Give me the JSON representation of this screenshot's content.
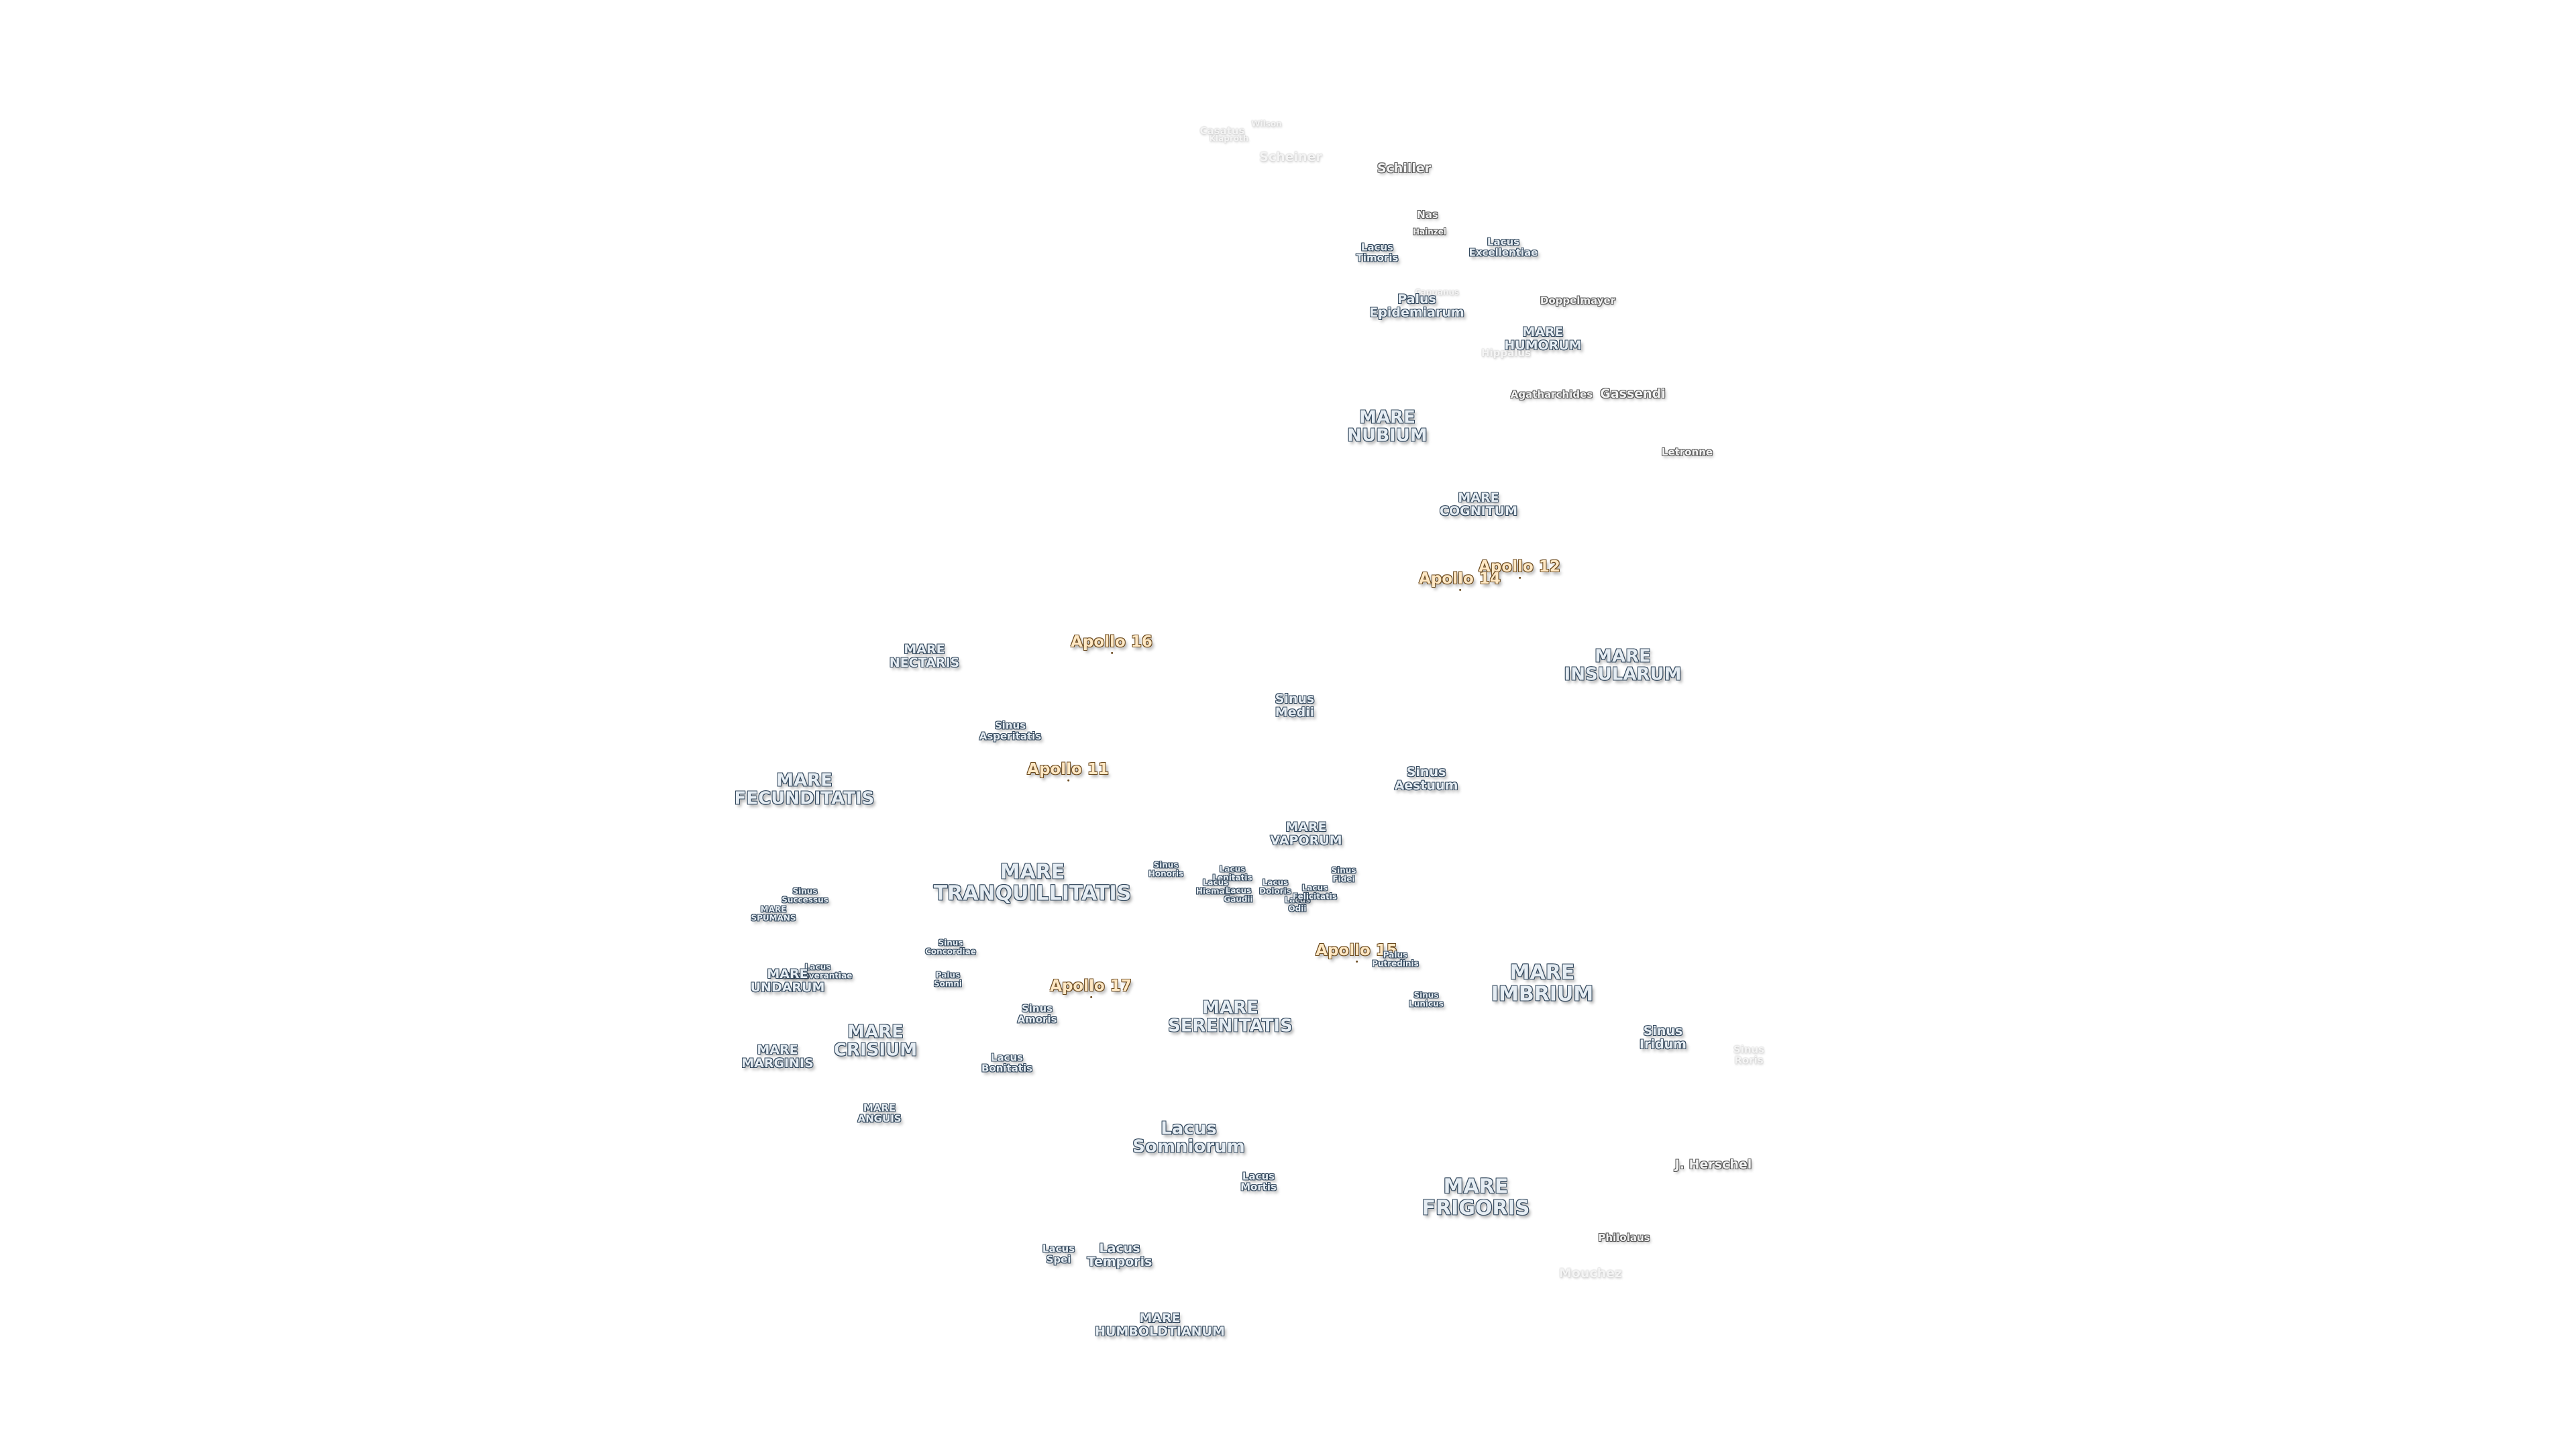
{
  "map": {
    "labels": {
      "willem": "Wilson",
      "casatus": "Casatus",
      "klaproth": "Klaproth",
      "scheiner": "Scheiner",
      "schiller": "Schiller",
      "nasmyth": "Nas",
      "hainzel": "Hainzel",
      "lacus_timoris": "Lacus\nTimoris",
      "lacus_excellentiae": "Lacus\nExcellentiae",
      "capuanus": "Capuanus",
      "palus_epidemiarum": "Palus\nEpidemiarum",
      "doppelmayer": "Doppelmayer",
      "mare_humorum": "MARE\nHUMORUM",
      "hippalus": "Hippalus",
      "agatharchides": "Agatharchides",
      "gassendi": "Gassendi",
      "mare_nubium": "MARE\nNUBIUM",
      "letronne": "Letronne",
      "mare_cognitum": "MARE\nCOGNITUM",
      "apollo_12": "Apollo 12",
      "apollo_14": "Apollo 14",
      "apollo_16": "Apollo 16",
      "mare_nectaris": "MARE\nNECTARIS",
      "mare_insularum": "MARE\nINSULARUM",
      "sinus_medii": "Sinus\nMedii",
      "sinus_asperitatis": "Sinus\nAsperitatis",
      "apollo_11": "Apollo 11",
      "mare_fecunditatis": "MARE\nFECUNDITATIS",
      "sinus_aestuum": "Sinus\nAestuum",
      "mare_vaporum": "MARE\nVAPORUM",
      "mare_tranquillitatis": "MARE\nTRANQUILLITATIS",
      "sinus_honoris": "Sinus\nHonoris",
      "lacus_lenitatis": "Lacus\nLenitatis",
      "lacus_hiemalis": "Lacus\nHiemalis",
      "lacus_gaudii": "Lacus\nGaudii",
      "lacus_doloris": "Lacus\nDoloris",
      "lacus_odii": "Lacus\nOdii",
      "lacus_felicitatis": "Lacus\nFelicitatis",
      "sinus_fidei": "Sinus\nFidei",
      "sinus_successus": "Sinus\nSuccessus",
      "mare_spumans": "MARE\nSPUMANS",
      "sinus_concordiae": "Sinus\nConcordiae",
      "apollo_15": "Apollo 15",
      "palus_putredinis": "Palus\nPutredinis",
      "mare_imbrium": "MARE\nIMBRIUM",
      "lacus_perseverantiae": "Lacus\nPerseverantiae",
      "mare_undarum": "MARE\nUNDARUM",
      "palus_somni": "Palus\nSomni",
      "apollo_17": "Apollo 17",
      "sinus_lunicus": "Sinus\nLunicus",
      "sinus_amoris": "Sinus\nAmoris",
      "mare_serenitatis": "MARE\nSERENITATIS",
      "mare_crisium": "MARE\nCRISIUM",
      "sinus_iridum": "Sinus\nIridum",
      "sinus_roris": "Sinus\nRoris",
      "mare_marginis": "MARE\nMARGINIS",
      "lacus_bonitatis": "Lacus\nBonitatis",
      "mare_anguis": "MARE\nANGUIS",
      "lacus_somniorum": "Lacus\nSomniorum",
      "j_herschel": "J. Herschel",
      "lacus_mortis": "Lacus\nMortis",
      "mare_frigoris": "MARE\nFRIGORIS",
      "philolaus": "Philolaus",
      "lacus_spei": "Lacus\nSpei",
      "lacus_temporis": "Lacus\nTemporis",
      "mouchez": "Mouchez",
      "mare_humboldtianum": "MARE\nHUMBOLDTIANUM"
    }
  }
}
